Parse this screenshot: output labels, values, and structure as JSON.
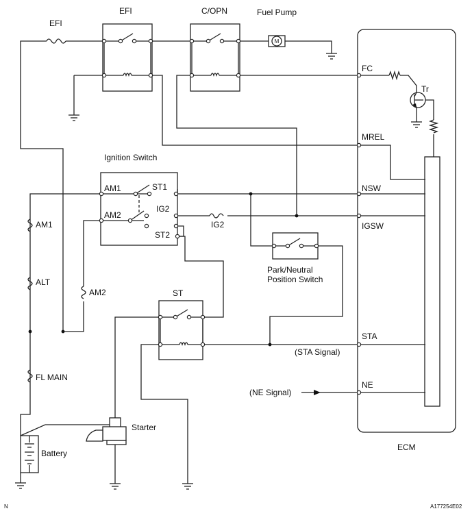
{
  "labels": {
    "efi_fuse": "EFI",
    "efi_relay": "EFI",
    "copn_relay": "C/OPN",
    "fuel_pump": "Fuel Pump",
    "motor_symbol": "M",
    "fc": "FC",
    "tr": "Tr",
    "mrel": "MREL",
    "ignition_switch": "Ignition Switch",
    "am1_terminal": "AM1",
    "st1_terminal": "ST1",
    "am2_terminal": "AM2",
    "ig2_terminal": "IG2",
    "st2_terminal": "ST2",
    "nsw": "NSW",
    "igsw": "IGSW",
    "ig2_fuse": "IG2",
    "am1_fuse": "AM1",
    "alt_fuse": "ALT",
    "am2_fuse": "AM2",
    "park_neutral_line1": "Park/Neutral",
    "park_neutral_line2": "Position Switch",
    "st_relay": "ST",
    "sta": "STA",
    "sta_signal": "(STA Signal)",
    "fl_main": "FL MAIN",
    "ne_signal": "(NE Signal)",
    "ne": "NE",
    "starter": "Starter",
    "battery": "Battery",
    "ecm": "ECM",
    "corner_left": "N",
    "corner_right": "A177254E02"
  }
}
